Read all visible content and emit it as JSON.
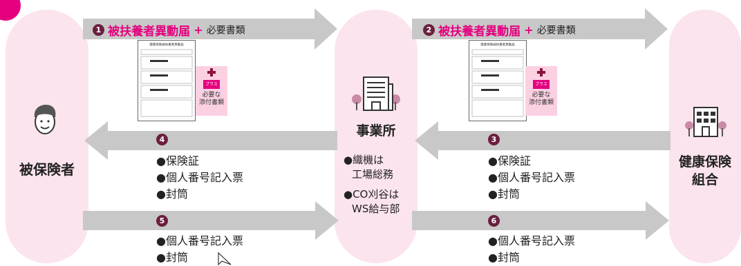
{
  "nodes": {
    "insured": "被保険者",
    "office": "事業所",
    "union_line1": "健康保険",
    "union_line2": "組合"
  },
  "step1": {
    "num": "1",
    "form": "被扶養者異動届",
    "plus": "+",
    "docs": "必要書類"
  },
  "step2": {
    "num": "2",
    "form": "被扶養者異動届",
    "plus": "+",
    "docs": "必要書類"
  },
  "step3": {
    "num": "3",
    "items": [
      "●保険証",
      "●個人番号記入票",
      "●封筒"
    ]
  },
  "step4": {
    "num": "4",
    "items": [
      "●保険証",
      "●個人番号記入票",
      "●封筒"
    ]
  },
  "step5": {
    "num": "5",
    "items": [
      "●個人番号記入票",
      "●封筒"
    ]
  },
  "step6": {
    "num": "6",
    "items": [
      "●個人番号記入票",
      "●封筒"
    ]
  },
  "office_notes": [
    "●織機は",
    "工場総務",
    "●CO刈谷は",
    "WS給与部"
  ],
  "document": {
    "title": "健康保険被扶養者異動届",
    "plus_tag": "プラス",
    "attach_line1": "必要な",
    "attach_line2": "添付書類"
  },
  "colors": {
    "pill": "#fbe4ee",
    "arrow": "#c8c8c8",
    "accent": "#e5007f",
    "number": "#6b1f3e"
  }
}
